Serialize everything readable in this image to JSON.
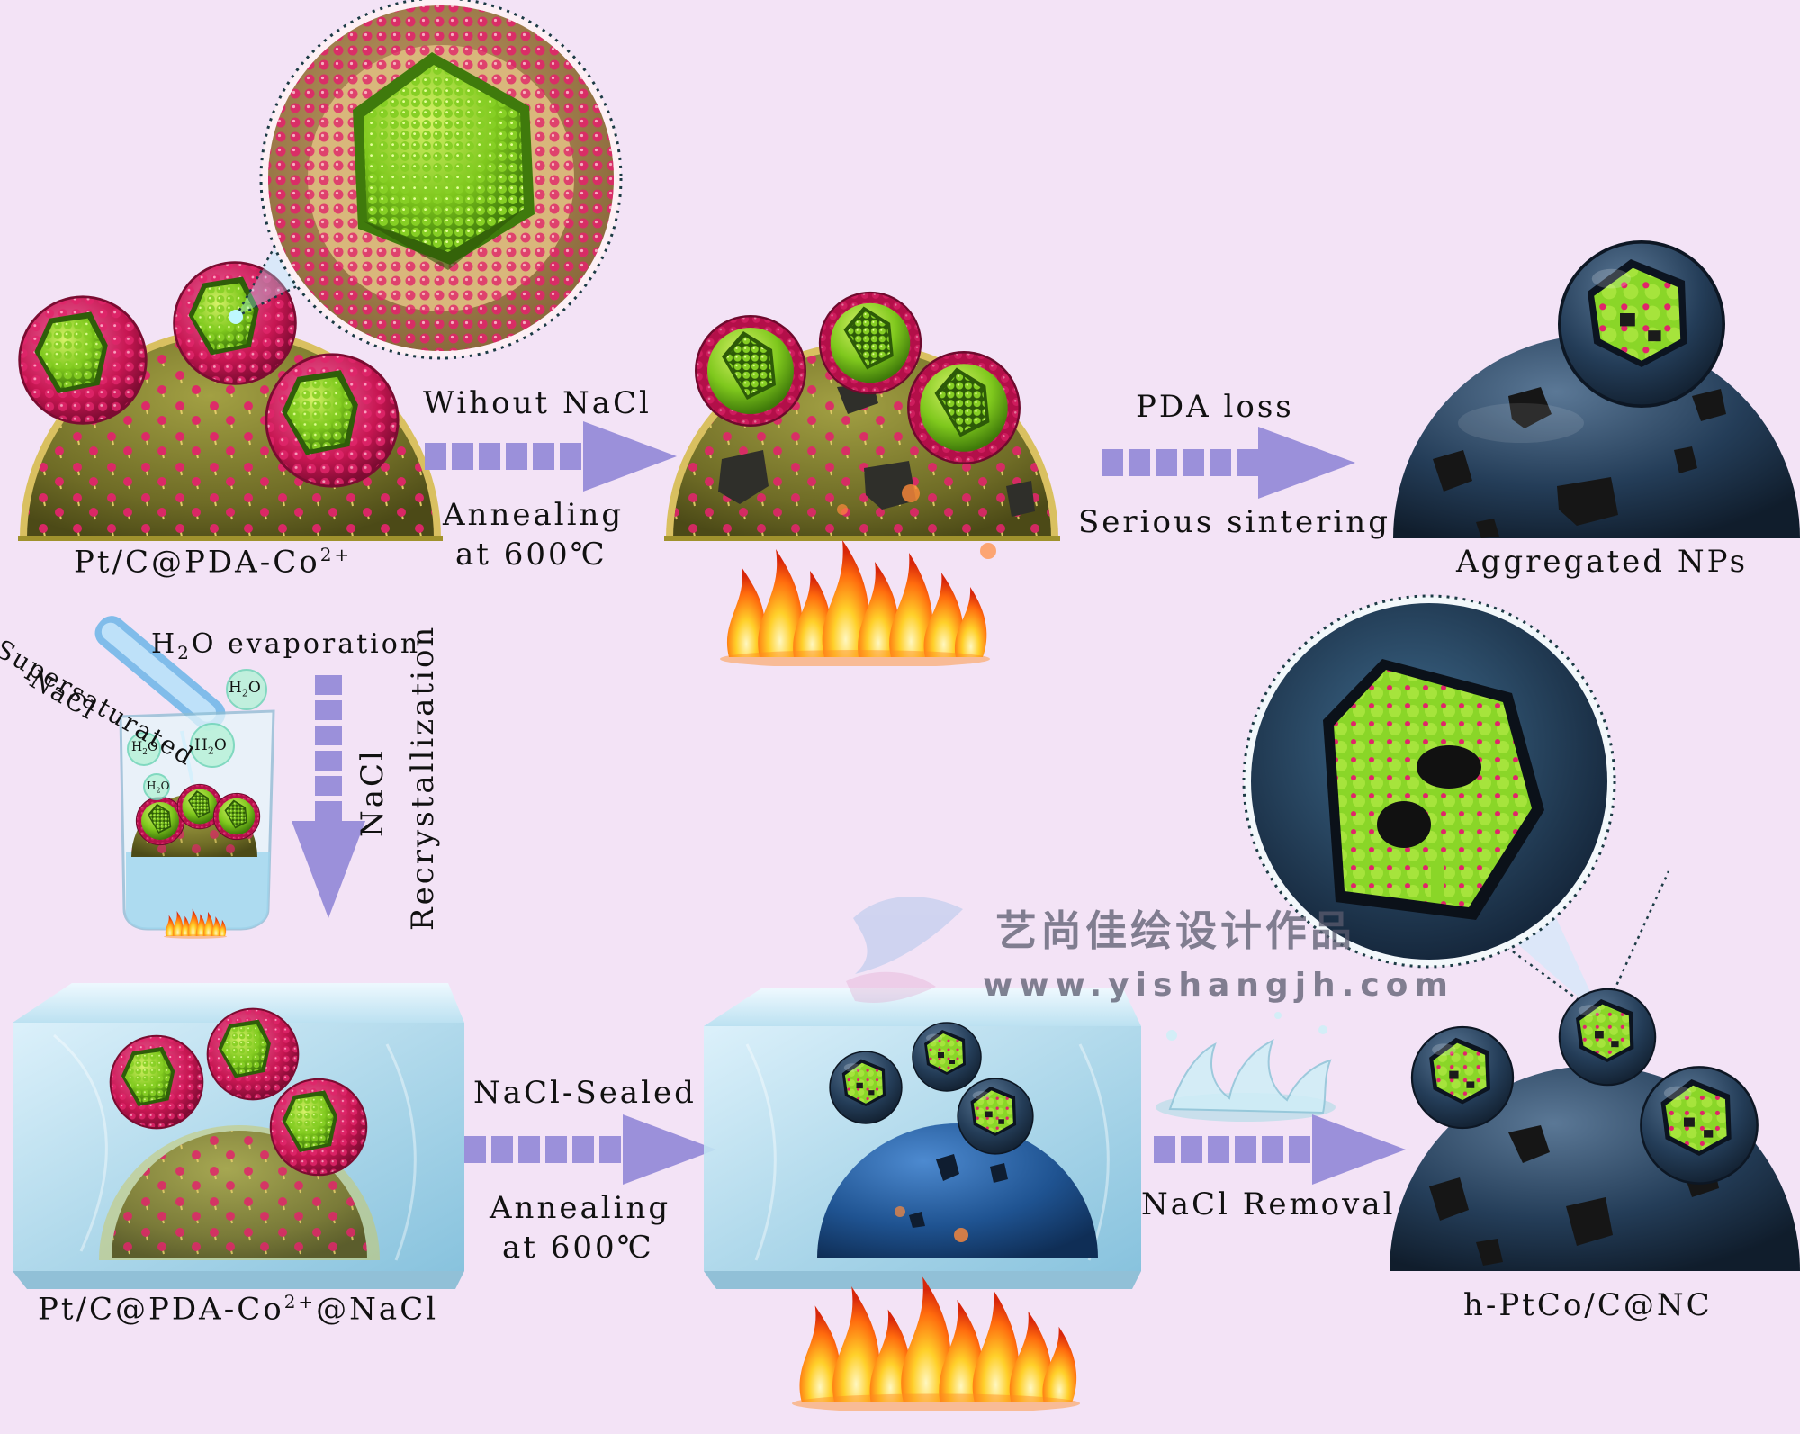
{
  "labels": {
    "start_material": {
      "prefix": "Pt/C@PDA-Co",
      "sup": "2+",
      "suffix": ""
    },
    "route1_arrow_top": "Wihout NaCl",
    "route1_arrow_bottom_1": "Annealing",
    "route1_arrow_bottom_2": "at 600℃",
    "route1_arrow2_top": "PDA loss",
    "route1_arrow2_bottom": "Serious sintering",
    "route1_product": "Aggregated NPs",
    "supersaturated_1": "Supersaturated",
    "supersaturated_2": "NaCl",
    "h2o_evap": {
      "prefix": "H",
      "sub": "2",
      "suffix": "O evaporation"
    },
    "bubble_text": {
      "prefix": "H",
      "sub": "2",
      "suffix": "O"
    },
    "down_arrow_1": "NaCl",
    "down_arrow_2": "Recrystallization",
    "sealed_material": {
      "prefix": "Pt/C@PDA-Co",
      "sup": "2+",
      "suffix": "@NaCl"
    },
    "route2_arrow_top": "NaCl-Sealed",
    "route2_arrow_bottom_1": "Annealing",
    "route2_arrow_bottom_2": "at 600℃",
    "route2_arrow2_bottom": "NaCl Removal",
    "route2_product": "h-PtCo/C@NC"
  },
  "watermark": {
    "chinese": "艺尚佳绘设计作品",
    "url": "www.yishangjh.com"
  },
  "colors": {
    "background": "#f3e3f6",
    "arrow": "#9a8fd8",
    "pdasupport": "#7a7a2a",
    "shell_pink": "#d81b5e",
    "core_green": "#7ec81c",
    "carbon_blue": "#1f3a57",
    "salt_crystal": "#bfe3f0",
    "flame": "#ff7a10"
  }
}
